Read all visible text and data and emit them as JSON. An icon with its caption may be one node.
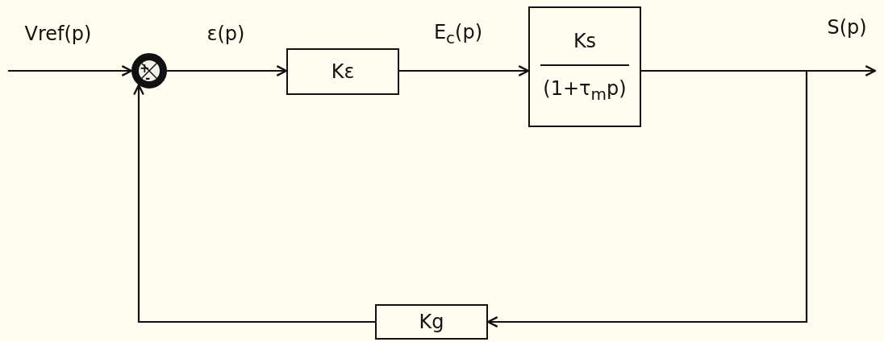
{
  "diagram": {
    "nodes": [
      {
        "text": [
          "+",
          "-"
        ]
      },
      {
        "text": [
          "Kε"
        ]
      },
      {
        "text": [
          "Ks",
          "(1+τ$_{m}$p)"
        ]
      },
      {
        "text": [
          "Kg"
        ]
      }
    ],
    "edges": [
      {
        "from": null,
        "to": 0,
        "arrow": "to",
        "label": "Vref(p)"
      },
      {
        "from": 0,
        "to": 1,
        "arrow": "to",
        "label": "ε(p)"
      },
      {
        "from": 1,
        "to": 2,
        "arrow": "to",
        "label": "E$_{c}$(p)"
      },
      {
        "from": 2,
        "to": null,
        "arrow": "to",
        "label": "S(p)"
      },
      {
        "from": 2,
        "to": 3,
        "arrow": "to"
      },
      {
        "from": 3,
        "to": 0,
        "arrow": "to"
      }
    ]
  }
}
